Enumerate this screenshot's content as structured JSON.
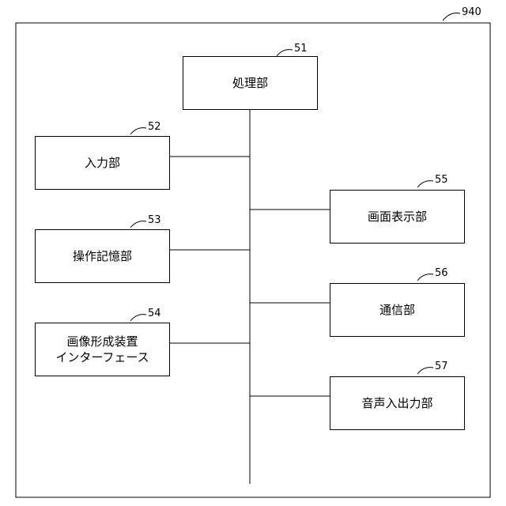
{
  "figure": {
    "ref": "940"
  },
  "boxes": [
    {
      "ref": "51",
      "label": "処理部"
    },
    {
      "ref": "52",
      "label": "入力部"
    },
    {
      "ref": "53",
      "label": "操作記憶部"
    },
    {
      "ref": "54",
      "label_line1": "画像形成装置",
      "label_line2": "インターフェース"
    },
    {
      "ref": "55",
      "label": "画面表示部"
    },
    {
      "ref": "56",
      "label": "通信部"
    },
    {
      "ref": "57",
      "label": "音声入出力部"
    }
  ]
}
